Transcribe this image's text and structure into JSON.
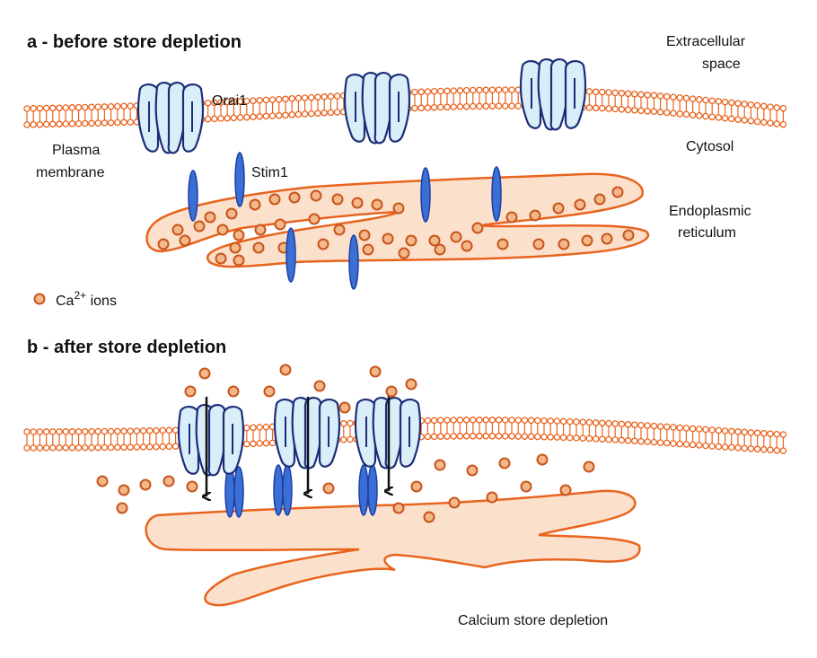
{
  "panel_a": {
    "title": "a - before store depletion",
    "labels": {
      "extracellular_1": "Extracellular",
      "extracellular_2": "space",
      "orai": "Orai1",
      "plasma_1": "Plasma",
      "plasma_2": "membrane",
      "cytosol": "Cytosol",
      "stim": "Stim1",
      "er_1": "Endoplasmic",
      "er_2": "reticulum"
    },
    "legend": {
      "ca_prefix": "Ca",
      "ca_sup": "2+",
      "ca_suffix": " ions"
    }
  },
  "panel_b": {
    "title": "b - after store depletion",
    "labels": {
      "depletion": "Calcium store depletion"
    }
  },
  "colors": {
    "membrane": "#e8641e",
    "er_fill": "#fbe0cc",
    "er_stroke": "#e8641e",
    "channel_fill": "#d9eef9",
    "channel_stroke": "#1c2d78",
    "stim": "#3b6fd4",
    "stim_stroke": "#1a3fa8",
    "ion_fill": "#f3b889",
    "ion_stroke": "#c9541b",
    "arrow": "#111111"
  },
  "icons": [
    "orai1-channel-icon",
    "stim1-protein-icon",
    "calcium-ion-icon",
    "lipid-bilayer-icon",
    "influx-arrow-icon"
  ]
}
